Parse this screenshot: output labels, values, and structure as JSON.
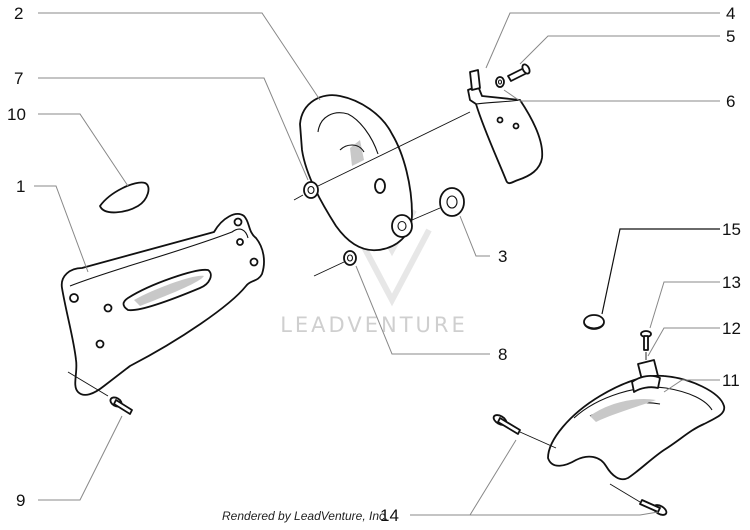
{
  "callouts": {
    "c1": "1",
    "c2": "2",
    "c3": "3",
    "c4": "4",
    "c5": "5",
    "c6": "6",
    "c7": "7",
    "c8": "8",
    "c9": "9",
    "c10": "10",
    "c11": "11",
    "c12": "12",
    "c13": "13",
    "c14": "14",
    "c15": "15"
  },
  "footer": {
    "credit": "Rendered by LeadVenture, Inc."
  },
  "watermark": {
    "text": "LEADVENTURE"
  }
}
